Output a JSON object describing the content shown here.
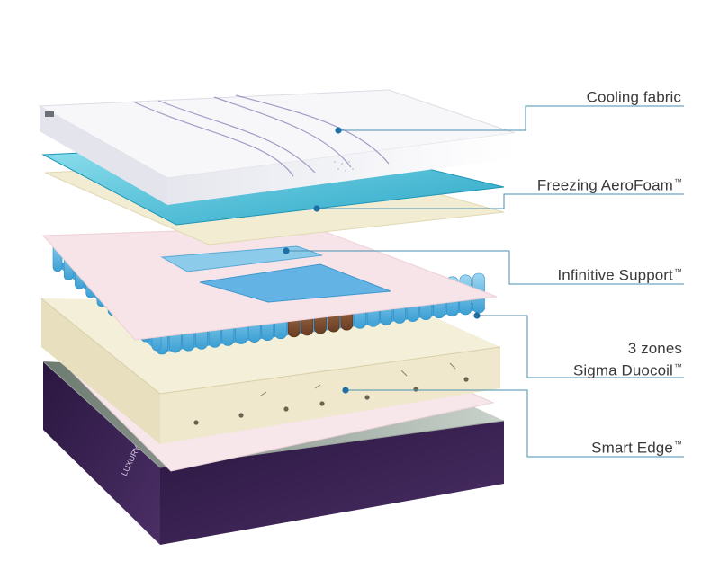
{
  "labels": {
    "cooling_fabric": {
      "text": "Cooling fabric",
      "tm": ""
    },
    "aerofoam": {
      "text": "Freezing AeroFoam",
      "tm": "™"
    },
    "infinitive": {
      "text": "Infinitive Support",
      "tm": "™"
    },
    "duocoil": {
      "line1": "3 zones",
      "line2": "Sigma Duocoil",
      "tm": "™"
    },
    "smart_edge": {
      "text": "Smart Edge",
      "tm": "™"
    }
  },
  "brand_text": "LUXURY",
  "colors": {
    "leader_line": "#4a8fb0",
    "dot": "#1f6fa6",
    "cover_top": "#f4f4f7",
    "cooling_layer": "#3fb6d1",
    "foam_cream": "#f1ecd0",
    "support_pink": "#f6e3e6",
    "support_pad": "#7cc2e6",
    "coil_blue": "#54b3e0",
    "coil_brown": "#7a4a2c",
    "frame_cream": "#efe8cc",
    "base_purple": "#3a2250"
  }
}
